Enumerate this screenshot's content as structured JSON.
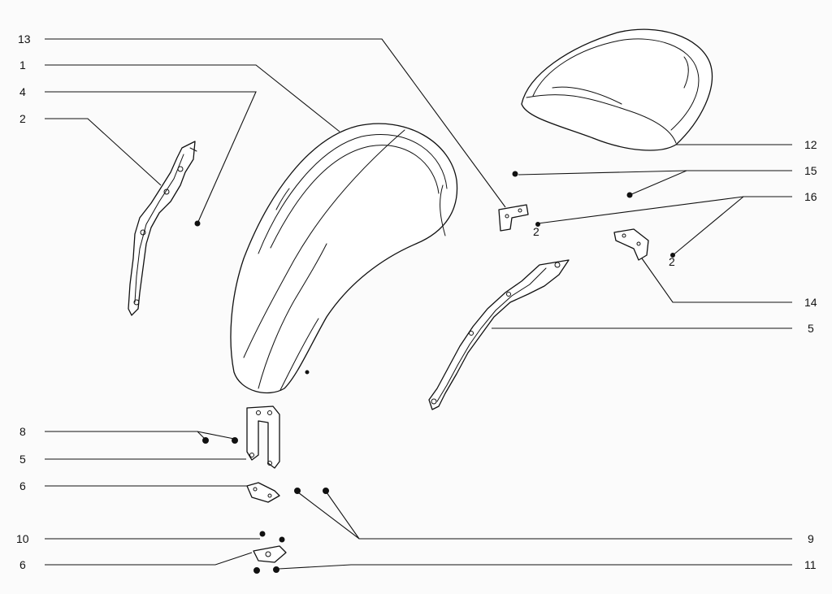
{
  "diagram": {
    "callouts_left": [
      "13",
      "1",
      "4",
      "2",
      "8",
      "5",
      "6",
      "10",
      "6"
    ],
    "callouts_right": [
      "12",
      "15",
      "16",
      "14",
      "5",
      "9",
      "11"
    ],
    "bolt_labels": [
      "2",
      "2"
    ]
  }
}
